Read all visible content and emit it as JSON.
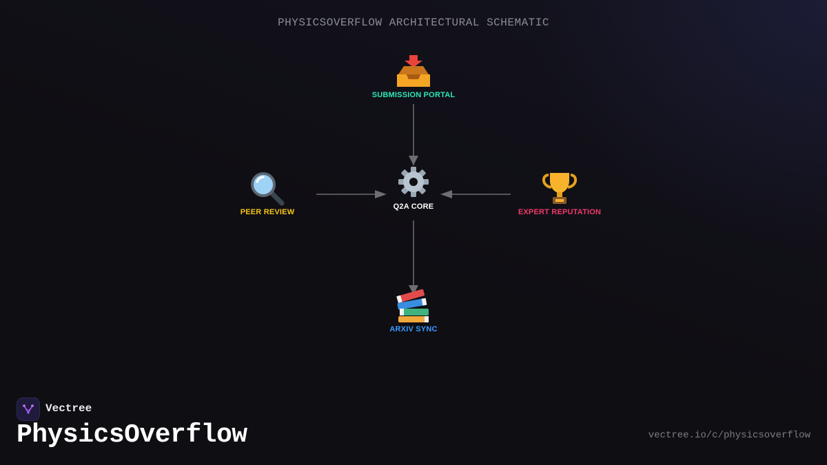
{
  "title": "PHYSICSOVERFLOW ARCHITECTURAL SCHEMATIC",
  "nodes": {
    "submission": {
      "label": "SUBMISSION PORTAL",
      "icon": "inbox-tray-icon",
      "color": "#2ee6b6"
    },
    "core": {
      "label": "Q2A CORE",
      "icon": "gear-icon",
      "color": "#ffffff"
    },
    "review": {
      "label": "PEER REVIEW",
      "icon": "magnifying-glass-icon",
      "color": "#f5c518"
    },
    "reputation": {
      "label": "EXPERT REPUTATION",
      "icon": "trophy-icon",
      "color": "#f0386b"
    },
    "arxiv": {
      "label": "ARXIV SYNC",
      "icon": "books-icon",
      "color": "#3a9bff"
    }
  },
  "edges": [
    {
      "from": "SUBMISSION PORTAL",
      "to": "Q2A CORE"
    },
    {
      "from": "PEER REVIEW",
      "to": "Q2A CORE"
    },
    {
      "from": "EXPERT REPUTATION",
      "to": "Q2A CORE"
    },
    {
      "from": "Q2A CORE",
      "to": "ARXIV SYNC"
    }
  ],
  "footer": {
    "brand": "Vectree",
    "product": "PhysicsOverflow",
    "url": "vectree.io/c/physicsoverflow"
  }
}
